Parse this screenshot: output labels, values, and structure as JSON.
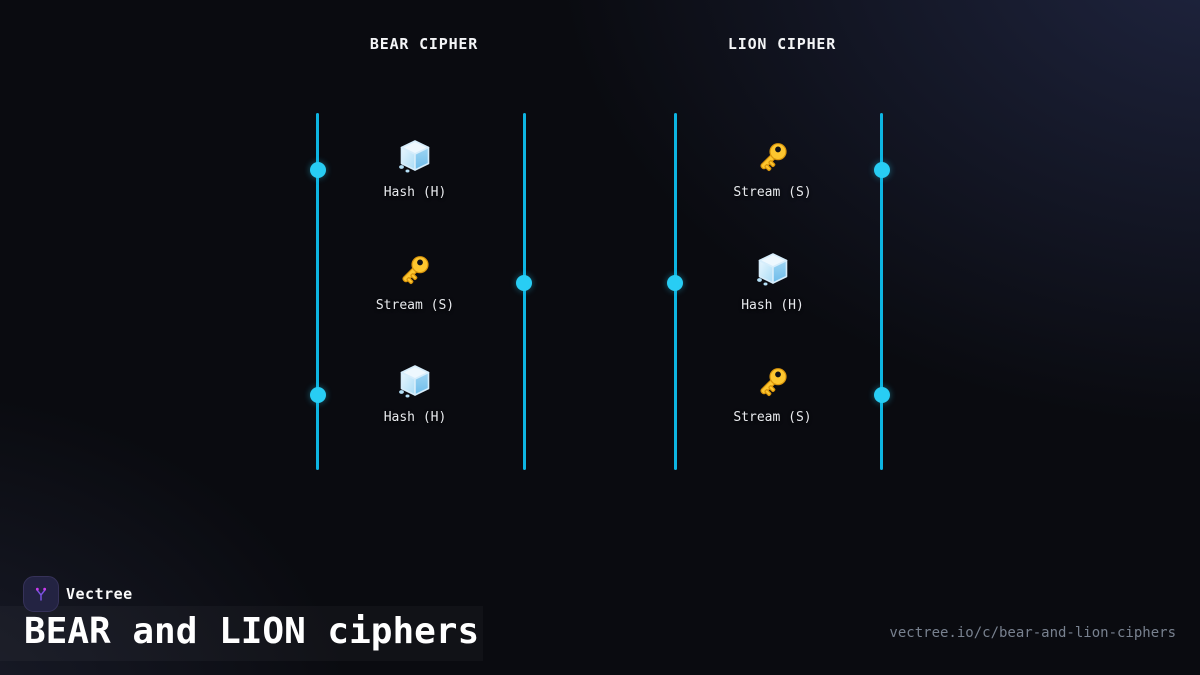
{
  "diagram": {
    "columns": [
      {
        "id": "bear",
        "title": "BEAR CIPHER",
        "items": [
          {
            "icon": "ice-cube",
            "label": "Hash (H)",
            "dot_line": "left"
          },
          {
            "icon": "key",
            "label": "Stream (S)",
            "dot_line": "right"
          },
          {
            "icon": "ice-cube",
            "label": "Hash (H)",
            "dot_line": "left"
          }
        ]
      },
      {
        "id": "lion",
        "title": "LION CIPHER",
        "items": [
          {
            "icon": "key",
            "label": "Stream (S)",
            "dot_line": "right"
          },
          {
            "icon": "ice-cube",
            "label": "Hash (H)",
            "dot_line": "left"
          },
          {
            "icon": "key",
            "label": "Stream (S)",
            "dot_line": "right"
          }
        ]
      }
    ]
  },
  "footer": {
    "brand": "Vectree",
    "title": "BEAR and LION ciphers",
    "url": "vectree.io/c/bear-and-lion-ciphers"
  },
  "colors": {
    "timeline": "#0db5e2",
    "node_dot": "#28cdf4",
    "key_gold": "#fdc62f",
    "ice_blue": "#8ecdf0",
    "brand_purple": "#7a52e0",
    "brand_magenta": "#cb3bf0"
  }
}
